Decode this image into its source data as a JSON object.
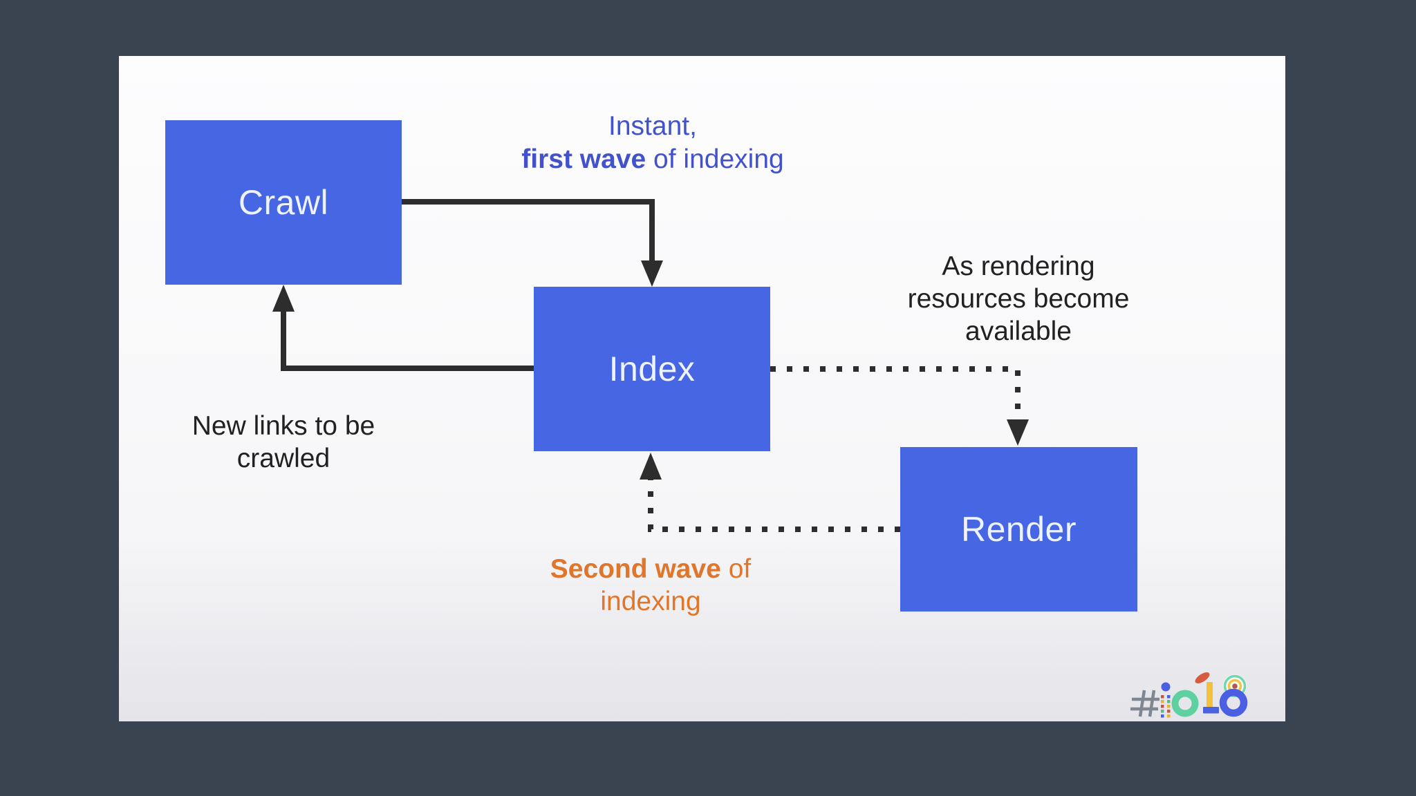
{
  "colors": {
    "bg": "#3a4450",
    "box-blue": "#4766e4",
    "box-label": "#eef2fb",
    "text-blue": "#4252cc",
    "ink": "#212121",
    "orange": "#e0762b",
    "arrow": "#2d2d2d",
    "slide-top": "#fdfdfe",
    "slide-mid": "#f6f6f8",
    "slide-bottom": "#e4e4e9"
  },
  "boxes": {
    "crawl": "Crawl",
    "index": "Index",
    "render": "Render"
  },
  "annotations": {
    "first_wave": {
      "line1": "Instant,",
      "line2_bold": "first wave",
      "line2_rest": " of indexing"
    },
    "rendering": {
      "line1": "As rendering",
      "line2": "resources become",
      "line3": "available"
    },
    "new_links": {
      "line1": "New links to be",
      "line2": "crawled"
    },
    "second_wave": {
      "line1_bold": "Second wave",
      "line1_rest": " of",
      "line2": "indexing"
    }
  },
  "logo": {
    "text": "#io18"
  }
}
